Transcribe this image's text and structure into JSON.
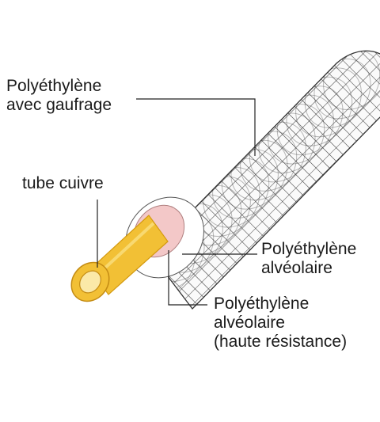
{
  "colors": {
    "copper_fill": "#f2c035",
    "copper_edge": "#d49a10",
    "copper_dark": "#c48c14",
    "inner_ring": "#f3c8c8",
    "jacket_fill": "#fafafa",
    "jacket_grid": "#3a3a3a",
    "leader_line": "#222222"
  },
  "labels": {
    "outer_jacket": [
      "Polyéthylène",
      "avec gaufrage"
    ],
    "copper_tube": [
      "tube cuivre"
    ],
    "foam_layer": [
      "Polyéthylène",
      "alvéolaire"
    ],
    "inner_layer": [
      "Polyéthylène",
      "alvéolaire",
      "(haute résistance)"
    ]
  }
}
